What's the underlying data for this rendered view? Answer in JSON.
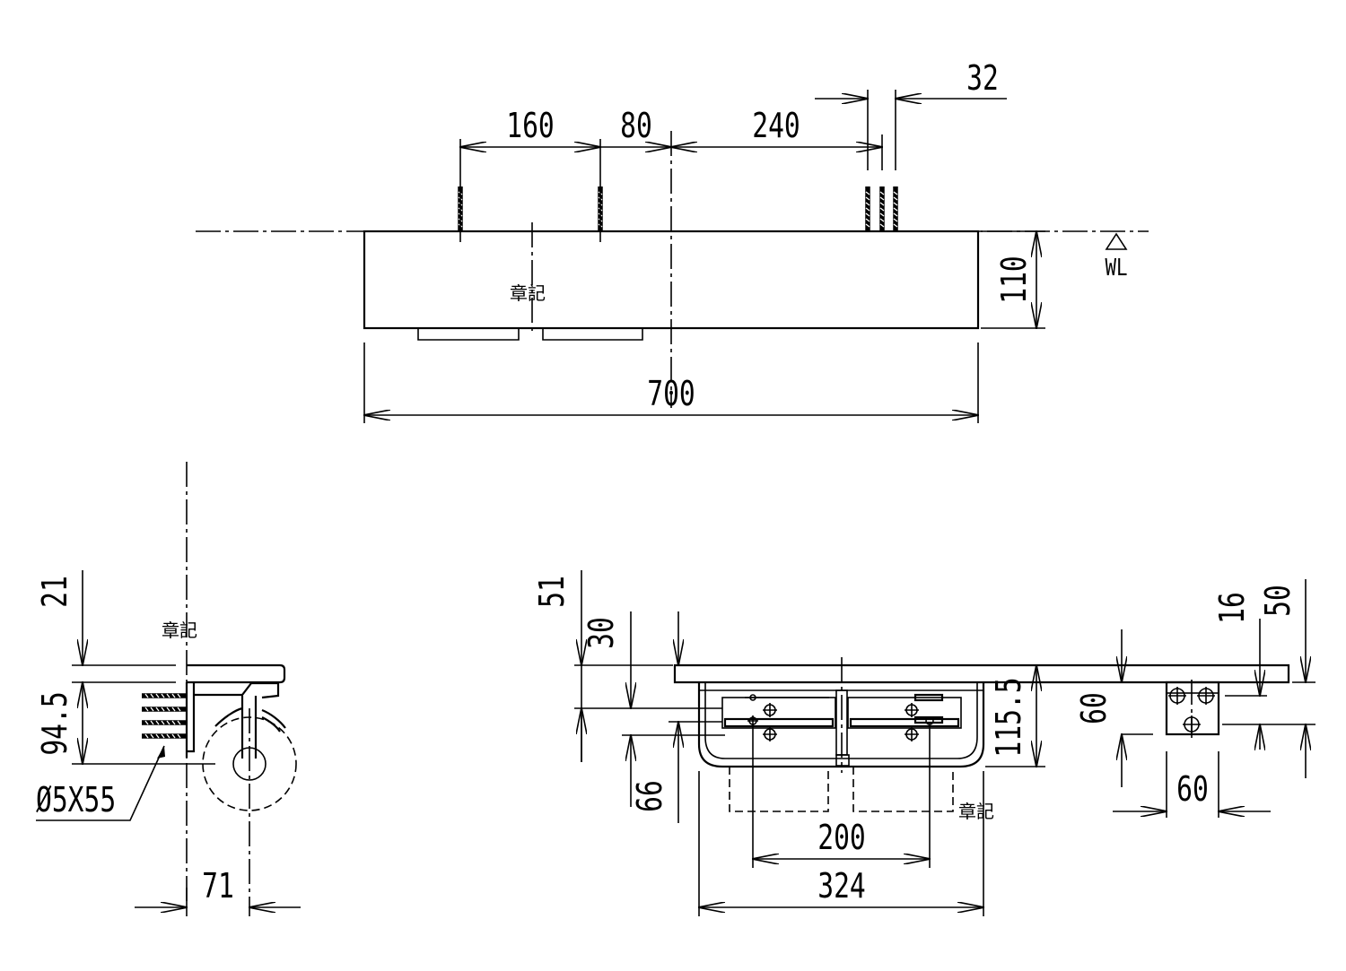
{
  "front_view": {
    "dims": {
      "d160": "160",
      "d80": "80",
      "d240": "240",
      "d32": "32",
      "d110": "110",
      "d700": "700"
    },
    "wl_label": "WL",
    "stamp": "章記"
  },
  "side_view": {
    "dims": {
      "d21": "21",
      "d94_5": "94.5",
      "d71": "71"
    },
    "screw_label": "Ø5X55",
    "stamp": "章記"
  },
  "bottom_view": {
    "dims": {
      "d51": "51",
      "d30": "30",
      "d66": "66",
      "d115_5": "115.5",
      "d200": "200",
      "d324": "324",
      "d16": "16",
      "d50": "50",
      "d60_v": "60",
      "d60_h": "60"
    },
    "stamp": "章記"
  }
}
